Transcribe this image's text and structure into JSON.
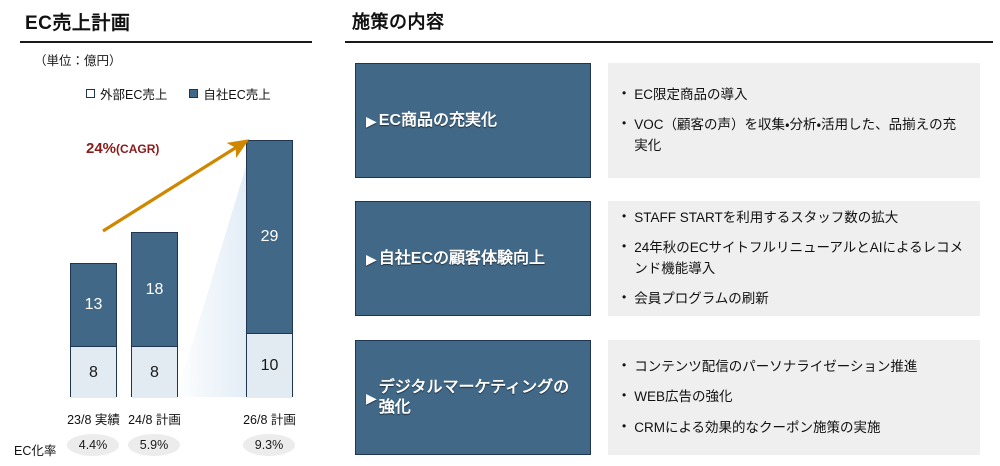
{
  "left": {
    "title": "EC売上計画",
    "unit": "（単位：億円）",
    "legend": [
      {
        "name": "外部EC売上",
        "swatch": "outer",
        "color": "#FFFFFF"
      },
      {
        "name": "自社EC売上",
        "swatch": "own",
        "color": "#416887"
      }
    ],
    "cagr": {
      "value": "24%",
      "suffix": "(CAGR)",
      "color": "#8A1B1B",
      "arrow_color": "#D08700"
    },
    "ec_rate_label": "EC化率"
  },
  "chart_data": {
    "type": "bar",
    "title": "EC売上計画",
    "subtitle": "（単位：億円）",
    "xlabel": "",
    "ylabel": "億円",
    "ylim": [
      0,
      40
    ],
    "grid": false,
    "legend_position": "top",
    "stacked": true,
    "categories": [
      "23/8 実績",
      "24/8 計画",
      "26/8 計画"
    ],
    "series": [
      {
        "name": "外部EC売上",
        "values": [
          8,
          8,
          10
        ],
        "color": "#E2EAF2"
      },
      {
        "name": "自社EC売上",
        "values": [
          13,
          18,
          29
        ],
        "color": "#416887"
      }
    ],
    "totals": [
      21,
      26,
      39
    ],
    "annotations": [
      {
        "text": "24%(CAGR)",
        "color": "#8A1B1B",
        "type": "growth-arrow",
        "from": "23/8 実績",
        "to": "26/8 計画"
      }
    ],
    "footer_row": {
      "label": "EC化率",
      "values": [
        "4.4%",
        "5.9%",
        "9.3%"
      ]
    }
  },
  "right": {
    "title": "施策の内容",
    "rows": [
      {
        "head": "EC商品の充実化",
        "marker": "▶",
        "bullets": [
          "EC限定商品の導入",
          "VOC（顧客の声）を収集・分析・活用した、品揃えの充実化"
        ]
      },
      {
        "head": "自社ECの顧客体験向上",
        "marker": "▶",
        "bullets": [
          "STAFF STARTを利用するスタッフ数の拡大",
          "24年秋のECサイトフルリニューアルとAIによるレコメンド機能導入",
          "会員プログラムの刷新"
        ]
      },
      {
        "head": "デジタルマーケティングの強化",
        "marker": "▶",
        "bullets": [
          "コンテンツ配信のパーソナライゼーション推進",
          "WEB広告の強化",
          "CRMによる効果的なクーポン施策の実施"
        ]
      }
    ]
  }
}
